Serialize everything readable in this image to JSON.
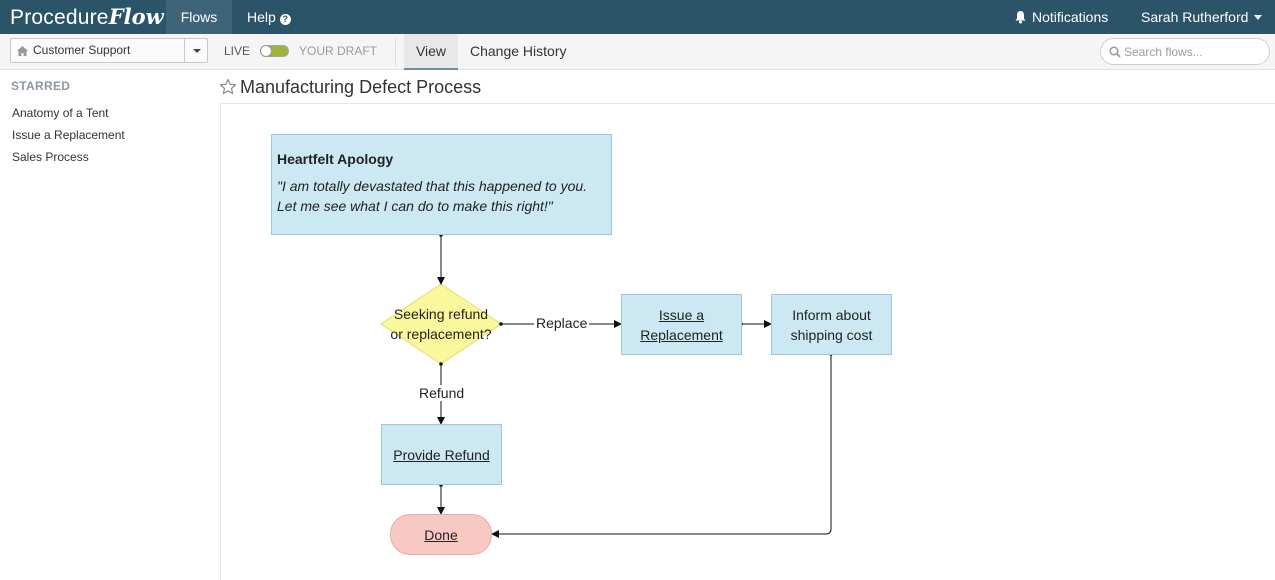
{
  "brand": {
    "part1": "Procedure",
    "part2": "Flow"
  },
  "topnav": {
    "flows": "Flows",
    "help": "Help",
    "notifications": "Notifications",
    "user": "Sarah Rutherford"
  },
  "subbar": {
    "team": "Customer Support",
    "live_label": "LIVE",
    "draft_label": "YOUR DRAFT",
    "tab_view": "View",
    "tab_history": "Change History",
    "search_placeholder": "Search flows..."
  },
  "sidebar": {
    "heading": "STARRED",
    "items": [
      "Anatomy of a Tent",
      "Issue a Replacement",
      "Sales Process"
    ]
  },
  "page": {
    "title": "Manufacturing Defect Process"
  },
  "flow": {
    "apology_title": "Heartfelt Apology",
    "apology_line1": "\"I am totally devastated that this happened to you.",
    "apology_line2": "Let me see what I can do to make this right!\"",
    "decision_line1": "Seeking refund",
    "decision_line2": "or replacement?",
    "edge_replace": "Replace",
    "edge_refund": "Refund",
    "issue_line1": "Issue a",
    "issue_line2": "Replacement",
    "inform_line1": "Inform about",
    "inform_line2": "shipping cost",
    "provide_refund": "Provide Refund",
    "done": "Done"
  },
  "colors": {
    "topbar": "#2c5468",
    "node_fill": "#cce8f2",
    "decision_fill": "#fbf79c",
    "terminal_fill": "#f8c9c3",
    "toggle_track": "#9cb43c"
  }
}
